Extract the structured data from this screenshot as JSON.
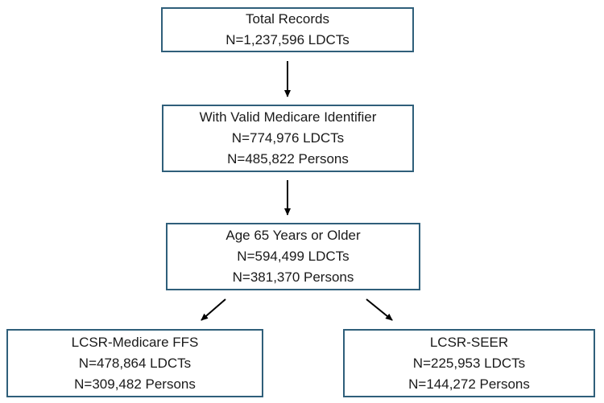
{
  "nodes": {
    "total": {
      "line1": "Total Records",
      "line2": "N=1,237,596 LDCTs"
    },
    "valid": {
      "line1": "With Valid Medicare Identifier",
      "line2": "N=774,976 LDCTs",
      "line3": "N=485,822 Persons"
    },
    "age": {
      "line1": "Age 65 Years or Older",
      "line2": "N=594,499 LDCTs",
      "line3": "N=381,370 Persons"
    },
    "ffs": {
      "line1": "LCSR-Medicare FFS",
      "line2": "N=478,864 LDCTs",
      "line3": "N=309,482 Persons"
    },
    "seer": {
      "line1": "LCSR-SEER",
      "line2": "N=225,953 LDCTs",
      "line3": "N=144,272 Persons"
    }
  },
  "colors": {
    "box_border": "#2f5f7a",
    "arrow": "#000000",
    "text": "#1a1a1a"
  }
}
